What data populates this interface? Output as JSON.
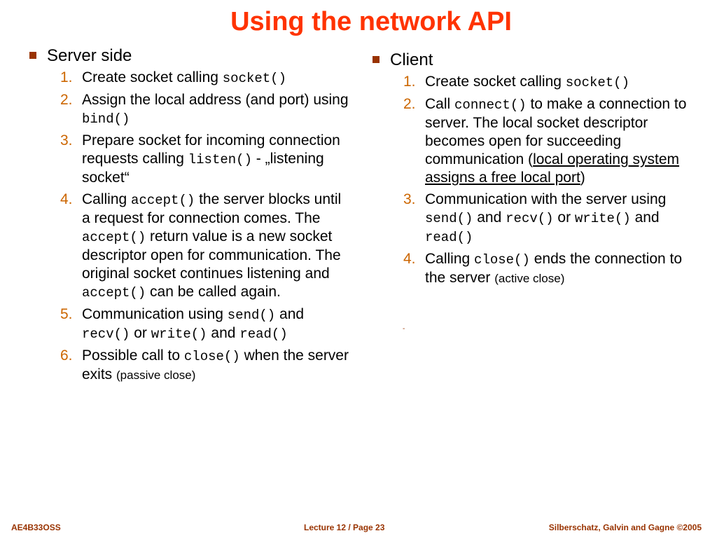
{
  "title": "Using the network API",
  "server": {
    "heading": "Server side",
    "items": [
      {
        "num": "1.",
        "parts": [
          "Create socket calling ",
          "socket()"
        ]
      },
      {
        "num": "2.",
        "parts": [
          "Assign the local address (and port) using ",
          "bind()"
        ]
      },
      {
        "num": "3.",
        "parts": [
          "Prepare socket for incoming connection requests calling ",
          "listen()",
          " - „listening socket“"
        ]
      },
      {
        "num": "4.",
        "parts": [
          "Calling ",
          "accept()",
          " the server blocks until a request for connection comes. The ",
          "accept()",
          " return value is a new socket descriptor open for communication. The original socket continues listening and ",
          "accept()",
          " can be called again."
        ]
      },
      {
        "num": "5.",
        "parts": [
          "Communication using ",
          "send()",
          " and ",
          "recv()",
          " or ",
          "write()",
          " and ",
          "read()"
        ]
      },
      {
        "num": "6.",
        "parts": [
          "Possible call to ",
          "close()",
          " when the server exits ",
          "(passive close)"
        ]
      }
    ]
  },
  "client": {
    "heading": "Client",
    "items": [
      {
        "num": "1.",
        "parts": [
          "Create socket calling ",
          "socket()"
        ]
      },
      {
        "num": "2.",
        "parts": [
          "Call ",
          "connect()",
          " to make a connection to server.  The local socket descriptor becomes open for succeeding communication (",
          "local operating system assigns a free local port",
          ")"
        ]
      },
      {
        "num": "3.",
        "parts": [
          "Communication with the server using ",
          "send()",
          " and ",
          "recv()",
          " or ",
          "write()",
          " and ",
          "read()"
        ]
      },
      {
        "num": "4.",
        "parts": [
          "Calling ",
          "close()",
          " ends the connection to the server ",
          "(active close)"
        ]
      }
    ]
  },
  "footer": {
    "left": "AE4B33OSS",
    "center": "Lecture 12 / Page 23",
    "right": "Silberschatz, Galvin and Gagne ©2005"
  }
}
